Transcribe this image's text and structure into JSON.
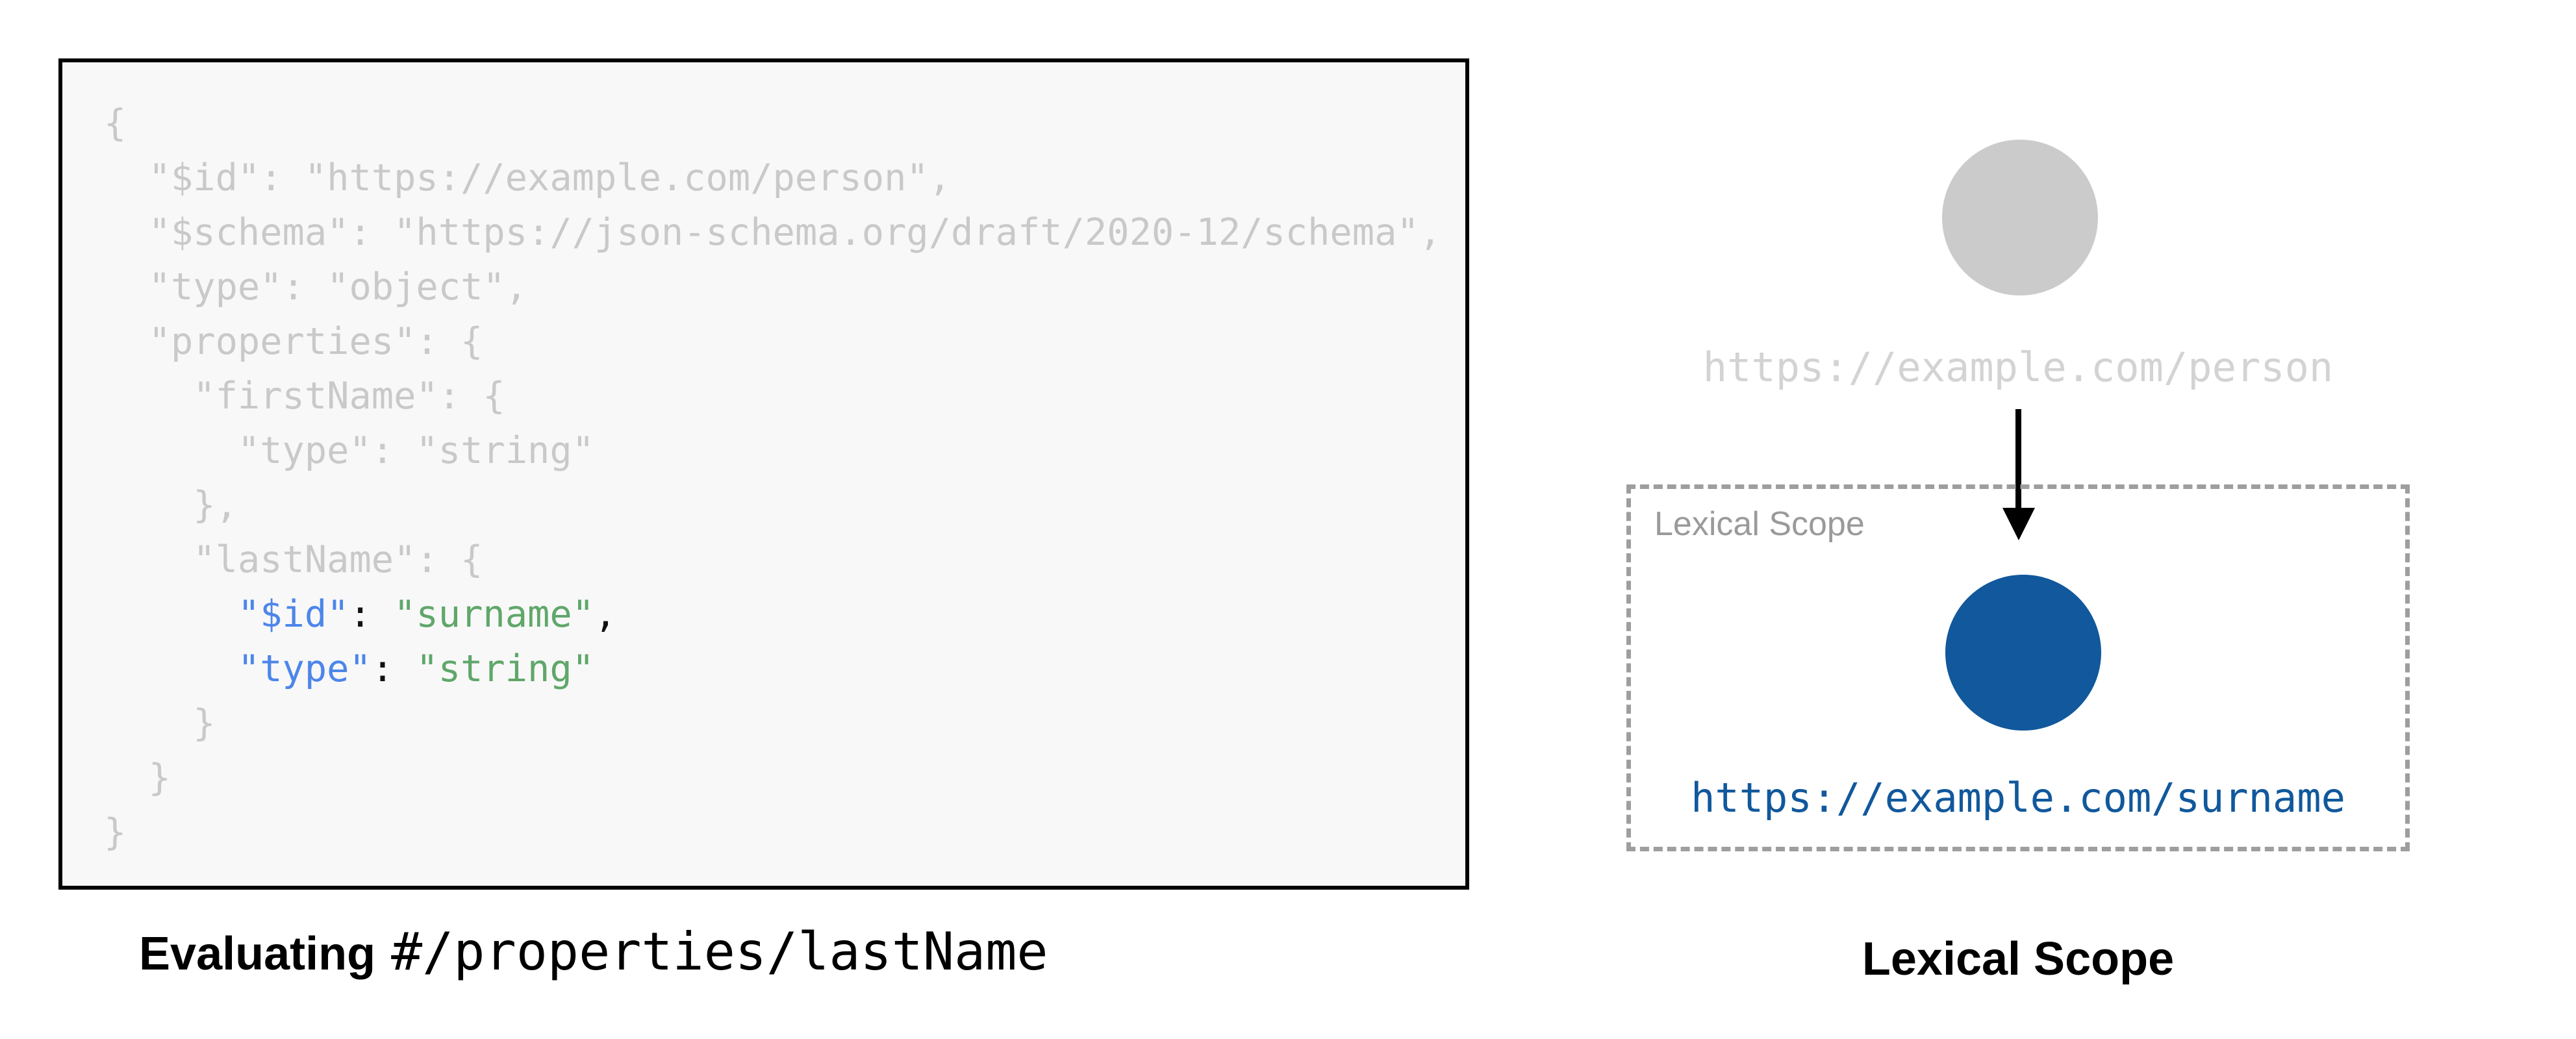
{
  "page": {
    "background": "#ffffff"
  },
  "syntax_colors": {
    "muted": "#c9c9c9",
    "key": "#4d86ea",
    "string": "#5fa76a",
    "punctuation": "#111111"
  },
  "code_panel": {
    "background": "#f8f8f8",
    "border_color": "#000000",
    "lines": [
      [
        {
          "t": "{",
          "c": "muted"
        }
      ],
      [
        {
          "t": "  \"$id\": \"https://example.com/person\",",
          "c": "muted"
        }
      ],
      [
        {
          "t": "  \"$schema\": \"https://json-schema.org/draft/2020-12/schema\",",
          "c": "muted"
        }
      ],
      [
        {
          "t": "  \"type\": \"object\",",
          "c": "muted"
        }
      ],
      [
        {
          "t": "  \"properties\": {",
          "c": "muted"
        }
      ],
      [
        {
          "t": "    \"firstName\": {",
          "c": "muted"
        }
      ],
      [
        {
          "t": "      \"type\": \"string\"",
          "c": "muted"
        }
      ],
      [
        {
          "t": "    },",
          "c": "muted"
        }
      ],
      [
        {
          "t": "    \"lastName\": {",
          "c": "muted"
        }
      ],
      [
        {
          "t": "      ",
          "c": "muted"
        },
        {
          "t": "\"$id\"",
          "c": "key"
        },
        {
          "t": ": ",
          "c": "plain"
        },
        {
          "t": "\"surname\"",
          "c": "str"
        },
        {
          "t": ",",
          "c": "plain"
        }
      ],
      [
        {
          "t": "      ",
          "c": "muted"
        },
        {
          "t": "\"type\"",
          "c": "key"
        },
        {
          "t": ": ",
          "c": "plain"
        },
        {
          "t": "\"string\"",
          "c": "str"
        }
      ],
      [
        {
          "t": "    }",
          "c": "muted"
        }
      ],
      [
        {
          "t": "  }",
          "c": "muted"
        }
      ],
      [
        {
          "t": "}",
          "c": "muted"
        }
      ]
    ],
    "caption": {
      "prefix": "Evaluating",
      "pointer": "#/properties/lastName"
    }
  },
  "scope_diagram": {
    "root_node": {
      "label": "https://example.com/person",
      "color": "#cbcbcb",
      "label_color": "#d3d3d3"
    },
    "arrow_color": "#000000",
    "scope_box": {
      "title": "Lexical Scope",
      "border_color": "#9e9e9e",
      "node": {
        "label": "https://example.com/surname",
        "color": "#11589c"
      }
    },
    "caption": "Lexical Scope"
  }
}
